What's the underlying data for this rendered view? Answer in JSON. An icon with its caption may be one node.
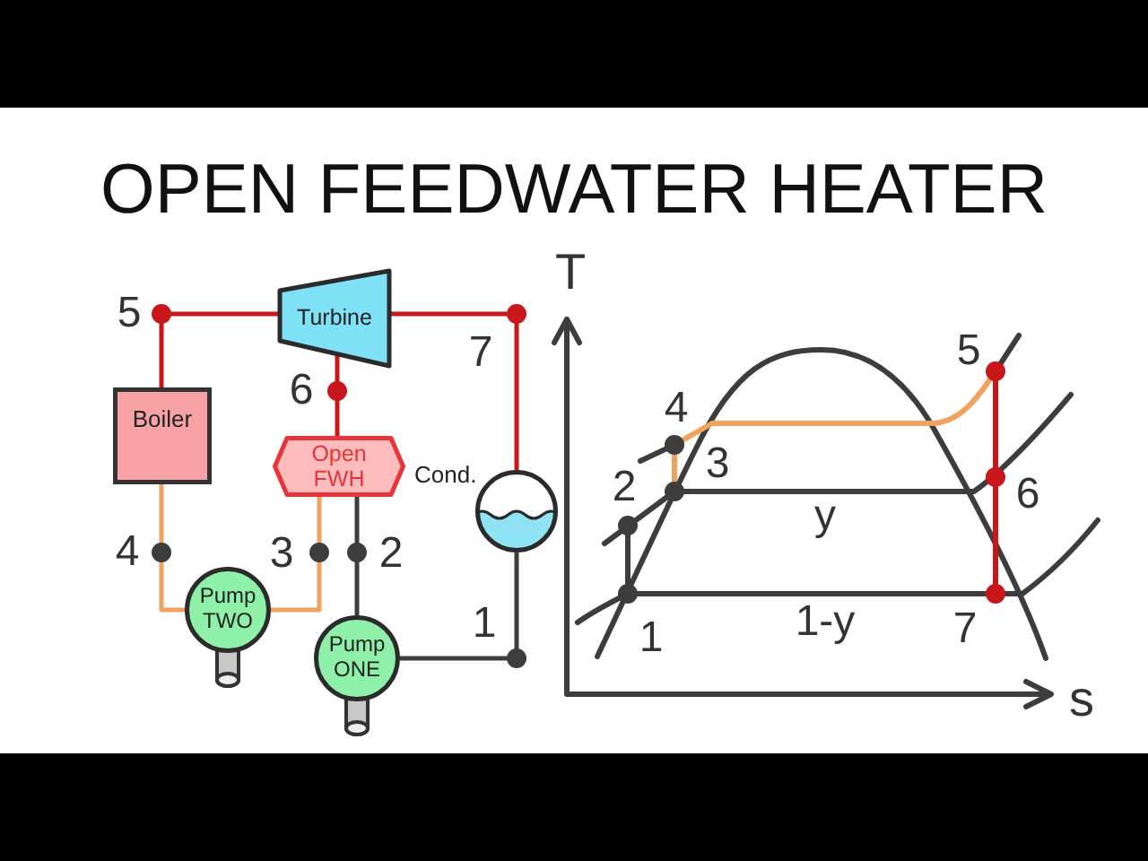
{
  "diagram": {
    "title": "OPEN FEEDWATER HEATER",
    "nodes": [
      {
        "text": [
          "Turbine"
        ]
      },
      {
        "text": [
          "Boiler"
        ]
      },
      {
        "text": [
          "Open FWH"
        ]
      },
      {
        "text": [
          "Cond."
        ]
      },
      {
        "text": [
          "Pump TWO"
        ]
      },
      {
        "text": [
          "Pump ONE"
        ]
      }
    ],
    "edges": [
      {
        "from": 1,
        "to": 0,
        "arrow": "none"
      },
      {
        "from": 0,
        "to": 3,
        "arrow": "none"
      },
      {
        "from": 0,
        "to": 2,
        "arrow": "none"
      },
      {
        "from": 3,
        "to": 5,
        "arrow": "none",
        "color": "#3d3d3d"
      },
      {
        "from": 5,
        "to": 2,
        "arrow": "none",
        "color": "#3d3d3d"
      },
      {
        "from": 2,
        "to": 4,
        "arrow": "none",
        "color": "#f0a35e"
      },
      {
        "from": 4,
        "to": 1,
        "arrow": "none",
        "color": "#f0a35e"
      }
    ],
    "labels": [
      "5",
      "7",
      "6",
      "4",
      "3",
      "2",
      "1",
      "T",
      "4",
      "5",
      "2",
      "3",
      "6",
      "y",
      "1",
      "1-y",
      "7",
      "s"
    ]
  }
}
